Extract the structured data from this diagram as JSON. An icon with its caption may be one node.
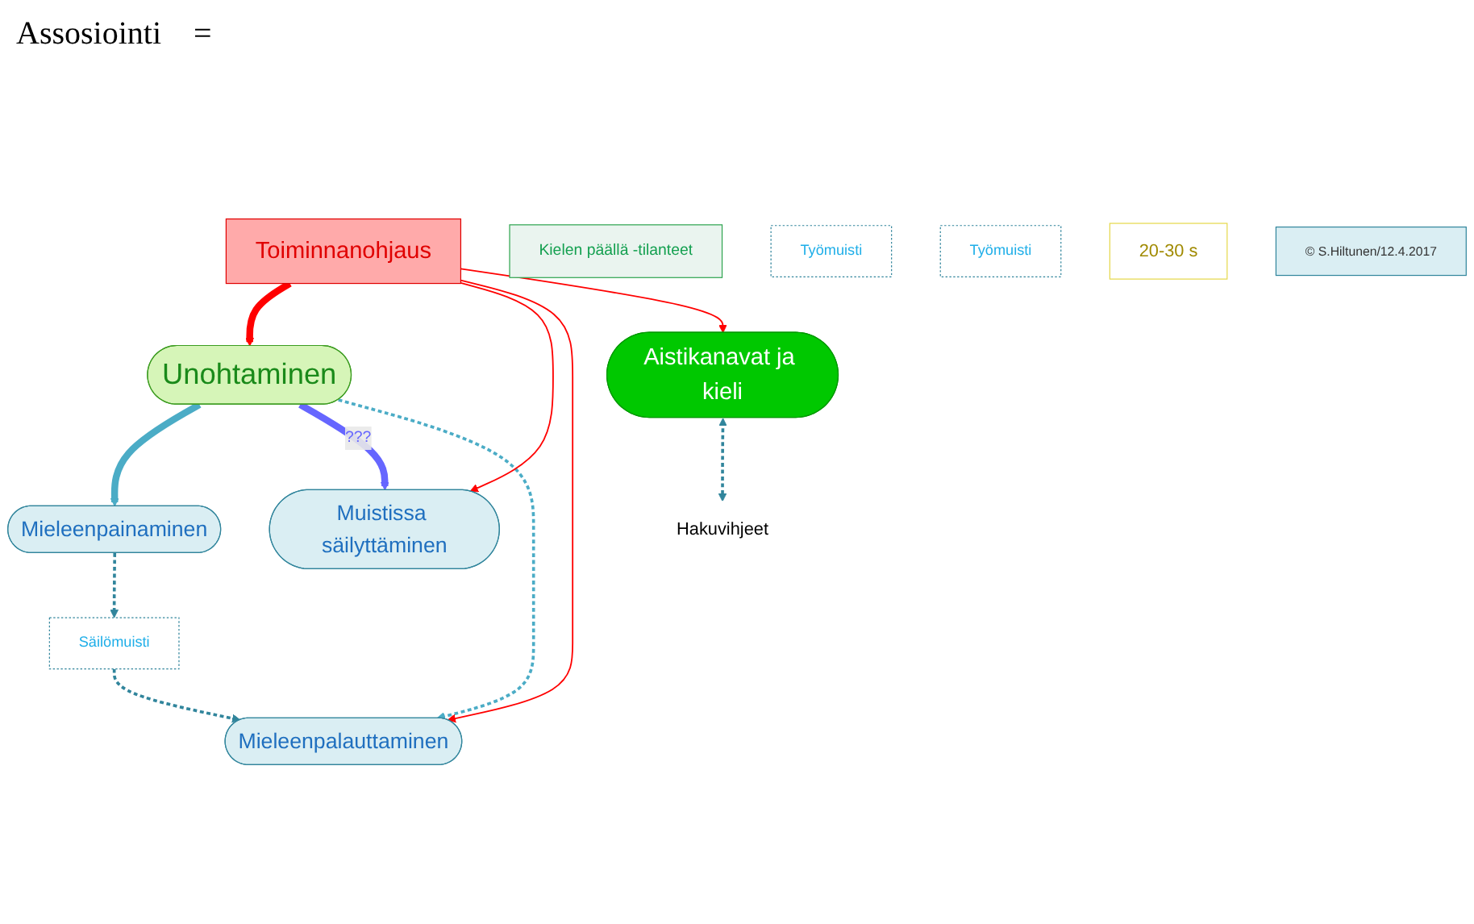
{
  "diagram": {
    "nodes": [
      {
        "text": [
          "Unohtaminen"
        ]
      },
      {
        "text": [
          "Muistissa säilyttäminen"
        ]
      },
      {
        "text": [
          "Säilömuisti"
        ]
      },
      {
        "text": [
          "Toiminnanohjaus"
        ]
      },
      {
        "text": [
          "Hakuvihjeet"
        ]
      },
      {
        "text": [
          "Kielen päällä -tilanteet"
        ]
      },
      {
        "text": [
          "Mieleenpainaminen"
        ]
      },
      {
        "text": [
          "Työmuisti"
        ]
      },
      {
        "text": [
          "Mieleenpalauttaminen"
        ]
      },
      {
        "text": [
          "Työmuisti"
        ]
      },
      {
        "text": [
          "20-30 s"
        ]
      },
      {
        "text": [
          "Aistikanavat ja kieli"
        ]
      },
      {
        "text": [
          "© S.Hiltunen/12.4.2017"
        ]
      }
    ],
    "edges": [
      {
        "from": 3,
        "to": 0,
        "arrow": "to",
        "style": "thick"
      },
      {
        "from": 0,
        "to": 6,
        "arrow": "to",
        "style": "thick",
        "color": "#4bacc6"
      },
      {
        "from": 0,
        "to": 1,
        "arrow": "to",
        "label": "???",
        "style": "thick",
        "color": "#6666ff"
      },
      {
        "from": 0,
        "to": 8,
        "arrow": "to",
        "style": "dashed",
        "color": "#4bacc6"
      },
      {
        "from": 3,
        "to": 1,
        "arrow": "to"
      },
      {
        "from": 3,
        "to": 8,
        "arrow": "to"
      },
      {
        "from": 3,
        "to": 11,
        "arrow": "to"
      },
      {
        "from": 6,
        "to": 2,
        "arrow": "to",
        "style": "dashed",
        "color": "#31859c"
      },
      {
        "from": 2,
        "to": 8,
        "arrow": "to",
        "style": "dashed",
        "color": "#31859c"
      },
      {
        "from": 11,
        "to": 4,
        "arrow": "both",
        "style": "dashed",
        "color": "#31859c"
      }
    ],
    "labels": [
      "Assosiointi",
      "="
    ]
  }
}
